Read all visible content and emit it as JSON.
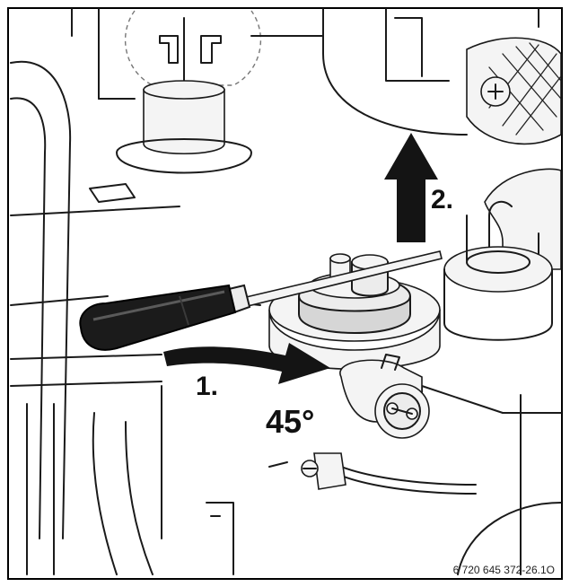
{
  "figure": {
    "step1_label": "1.",
    "step2_label": "2.",
    "angle_label": "45°",
    "reference_code": "6 720 645 372-26.1O"
  },
  "icons": [
    "screwdriver-icon",
    "arrow-right-icon",
    "arrow-up-icon",
    "electrode-plug-icon"
  ]
}
